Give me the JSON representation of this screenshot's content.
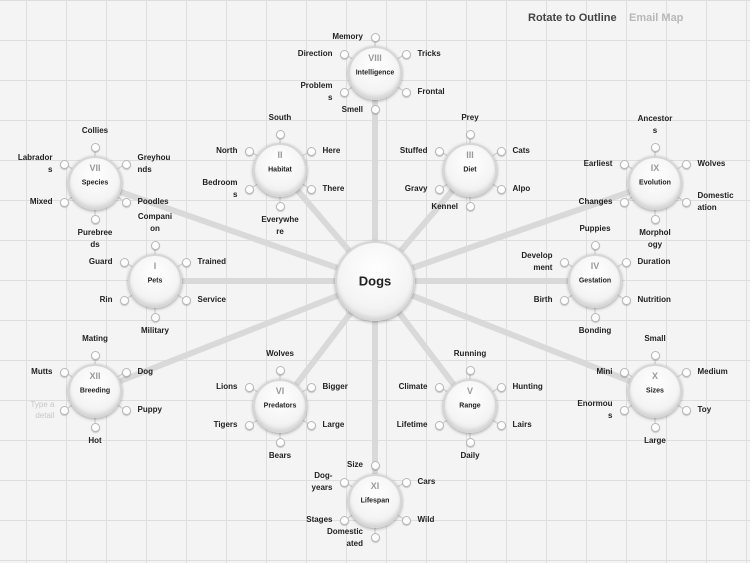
{
  "toolbar": {
    "rotate_label": "Rotate to Outline",
    "email_label": "Email Map"
  },
  "center": {
    "title": "Dogs"
  },
  "placeholder": "Type a\ndetail",
  "topics": [
    {
      "id": "intelligence",
      "numeral": "VIII",
      "title": "Intelligence",
      "details": [
        "Memory",
        "Tricks",
        "Frontal",
        "Smell",
        "Problem\ns",
        "Direction"
      ]
    },
    {
      "id": "species",
      "numeral": "VII",
      "title": "Species",
      "details": [
        "Collies",
        "Greyhou\nnds",
        "Poodles",
        "Purebree\nds",
        "Mixed",
        "Labrador\ns"
      ]
    },
    {
      "id": "habitat",
      "numeral": "II",
      "title": "Habitat",
      "details": [
        "South",
        "Here",
        "There",
        "Everywhe\nre",
        "Bedroom\ns",
        "North"
      ]
    },
    {
      "id": "diet",
      "numeral": "III",
      "title": "Diet",
      "details": [
        "Prey",
        "Cats",
        "Alpo",
        "Kennel",
        "Gravy",
        "Stuffed"
      ]
    },
    {
      "id": "evolution",
      "numeral": "IX",
      "title": "Evolution",
      "details": [
        "Ancestor\ns",
        "Wolves",
        "Domestic\nation",
        "Morphol\nogy",
        "Changes",
        "Earliest"
      ]
    },
    {
      "id": "pets",
      "numeral": "I",
      "title": "Pets",
      "details": [
        "Compani\non",
        "Trained",
        "Service",
        "Military",
        "Rin",
        "Guard"
      ]
    },
    {
      "id": "gestation",
      "numeral": "IV",
      "title": "Gestation",
      "details": [
        "Puppies",
        "Duration",
        "Nutrition",
        "Bonding",
        "Birth",
        "Develop\nment"
      ]
    },
    {
      "id": "breeding",
      "numeral": "XII",
      "title": "Breeding",
      "details": [
        "Mating",
        "Dog",
        "Puppy",
        "Hot",
        "",
        "Mutts"
      ]
    },
    {
      "id": "predators",
      "numeral": "VI",
      "title": "Predators",
      "details": [
        "Wolves",
        "Bigger",
        "Large",
        "Bears",
        "Tigers",
        "Lions"
      ]
    },
    {
      "id": "range",
      "numeral": "V",
      "title": "Range",
      "details": [
        "Running",
        "Hunting",
        "Lairs",
        "Daily",
        "Lifetime",
        "Climate"
      ]
    },
    {
      "id": "sizes",
      "numeral": "X",
      "title": "Sizes",
      "details": [
        "Small",
        "Medium",
        "Toy",
        "Large",
        "Enormou\ns",
        "Mini"
      ]
    },
    {
      "id": "lifespan",
      "numeral": "XI",
      "title": "Lifespan",
      "details": [
        "Size",
        "Cars",
        "Wild",
        "Domestic\nated",
        "Stages",
        "Dog-\nyears"
      ]
    }
  ]
}
